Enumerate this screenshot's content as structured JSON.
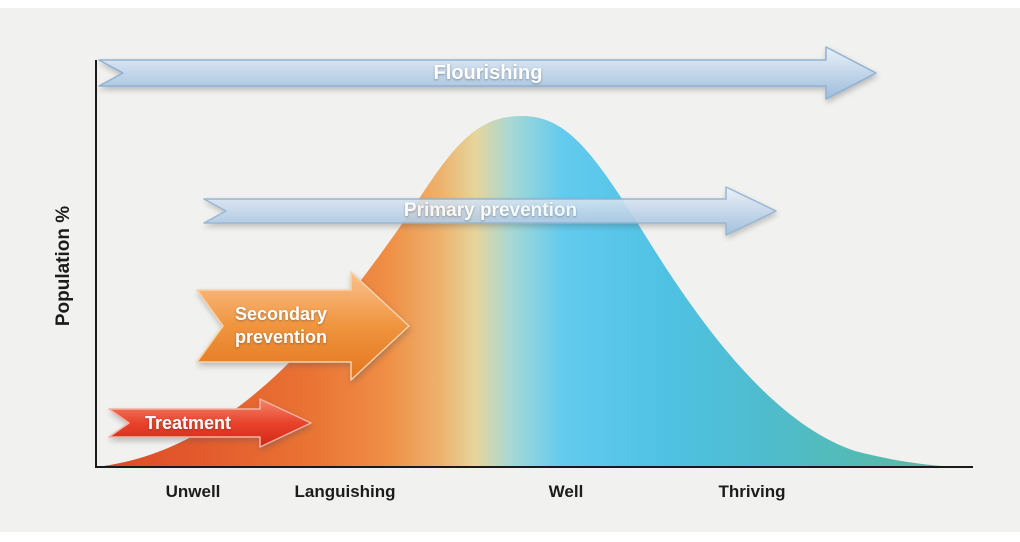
{
  "theme": {
    "bg": "#f1f1ef",
    "margin": "#ffffff",
    "axis": "#1a1a1a",
    "text": "#1c1c1c",
    "arrow-text": "#ffffff"
  },
  "axes": {
    "ylabel": "Population %",
    "x_ticks": [
      {
        "label": "Unwell"
      },
      {
        "label": "Languishing"
      },
      {
        "label": "Well"
      },
      {
        "label": "Thriving"
      }
    ]
  },
  "arrows": [
    {
      "label": "Flourishing",
      "gradient": {
        "top": "#eaf1f8",
        "mid": "#c3d6ea",
        "bottom": "#9dbcda"
      },
      "stroke": "#8fb2d4"
    },
    {
      "label": "Primary prevention",
      "gradient": {
        "top": "#eaf1f8",
        "mid": "#c3d6ea",
        "bottom": "#9dbcda"
      },
      "stroke": "#8fb2d4"
    },
    {
      "label": "Secondary prevention",
      "gradient": {
        "top": "#f9c28d",
        "mid": "#f0943e",
        "bottom": "#e2761e"
      },
      "stroke": "#f7d3ab"
    },
    {
      "label": "Treatment",
      "gradient": {
        "top": "#f4876b",
        "mid": "#e8432c",
        "bottom": "#d02615"
      },
      "stroke": "#f3b3a4"
    }
  ],
  "chart_data": {
    "type": "area",
    "title": "",
    "xlabel": "",
    "ylabel": "Population %",
    "x_categories": [
      "Unwell",
      "Languishing",
      "Well",
      "Thriving"
    ],
    "curve": {
      "shape": "bell",
      "peak_category": "Well",
      "description": "Bell-shaped population distribution across a mental-health continuum, shaded red-orange over Unwell/Languishing, pale yellow in the transition, and blue to teal over Well/Thriving."
    },
    "annotations": [
      {
        "label": "Flourishing",
        "covers": "entire continuum",
        "color_family": "light blue"
      },
      {
        "label": "Primary prevention",
        "covers": "Languishing to Thriving",
        "color_family": "light blue"
      },
      {
        "label": "Secondary prevention",
        "covers": "Unwell to Languishing",
        "color_family": "orange"
      },
      {
        "label": "Treatment",
        "covers": "Unwell",
        "color_family": "red"
      }
    ],
    "curve_gradient": [
      {
        "offset": "0",
        "color": "#dd4a28"
      },
      {
        "offset": "0.12",
        "color": "#e35a2c"
      },
      {
        "offset": "0.25",
        "color": "#ea7434"
      },
      {
        "offset": "0.34",
        "color": "#f08f46"
      },
      {
        "offset": "0.40",
        "color": "#edb36e"
      },
      {
        "offset": "0.44",
        "color": "#e6d59c"
      },
      {
        "offset": "0.48",
        "color": "#a8d8d4"
      },
      {
        "offset": "0.54",
        "color": "#63cbee"
      },
      {
        "offset": "0.66",
        "color": "#4fc2e4"
      },
      {
        "offset": "0.78",
        "color": "#4fbccc"
      },
      {
        "offset": "0.90",
        "color": "#55bab0"
      },
      {
        "offset": "1",
        "color": "#5db89e"
      }
    ]
  }
}
